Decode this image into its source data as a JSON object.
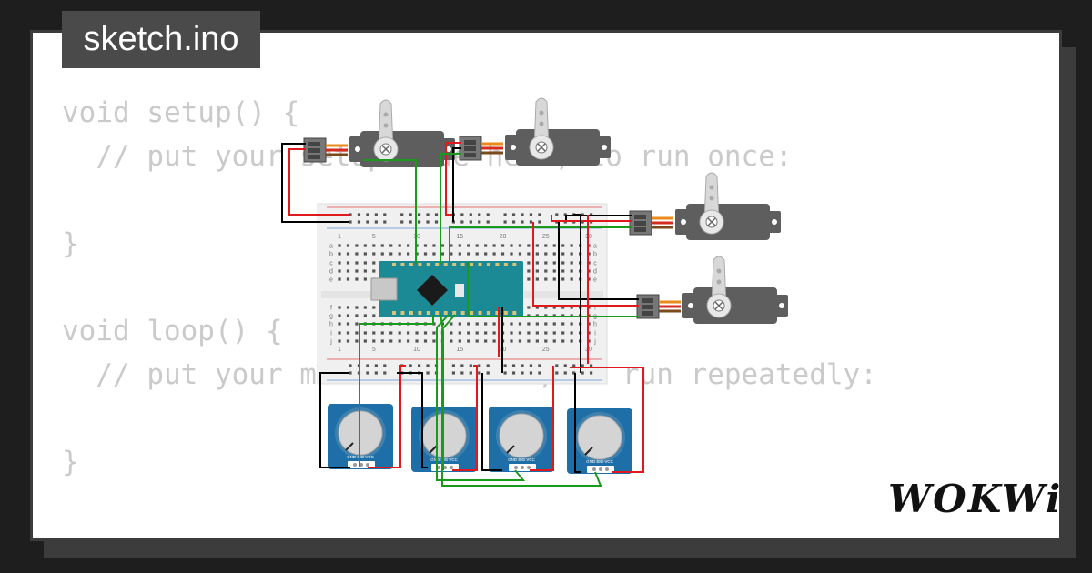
{
  "file_tab": {
    "title": "sketch.ino"
  },
  "code_lines": [
    "void setup() {",
    "  // put your setup code here, to run once:",
    "",
    "}",
    "",
    "void loop() {",
    "  // put your main code here, to run repeatedly:",
    "",
    "}"
  ],
  "breadboard": {
    "column_numbers": [
      "1",
      "5",
      "10",
      "15",
      "20",
      "25",
      "30"
    ],
    "row_letters_top": [
      "a",
      "b",
      "c",
      "d",
      "e"
    ],
    "row_letters_bottom": [
      "f",
      "g",
      "h",
      "i",
      "j"
    ]
  },
  "potentiometer": {
    "pin_label": "GND SIG VCC"
  },
  "brand": {
    "logo_text": "WOKWi"
  },
  "colors": {
    "background": "#1e1e1e",
    "card": "#ffffff",
    "tab": "#4a4a4a",
    "code_text": "#cacaca",
    "arduino_board": "#1b8a94",
    "potentiometer_board": "#1e6fa8",
    "servo_body": "#5e5e5e",
    "wire_red": "#e0191c",
    "wire_black": "#000000",
    "wire_green": "#1a9a1a"
  }
}
